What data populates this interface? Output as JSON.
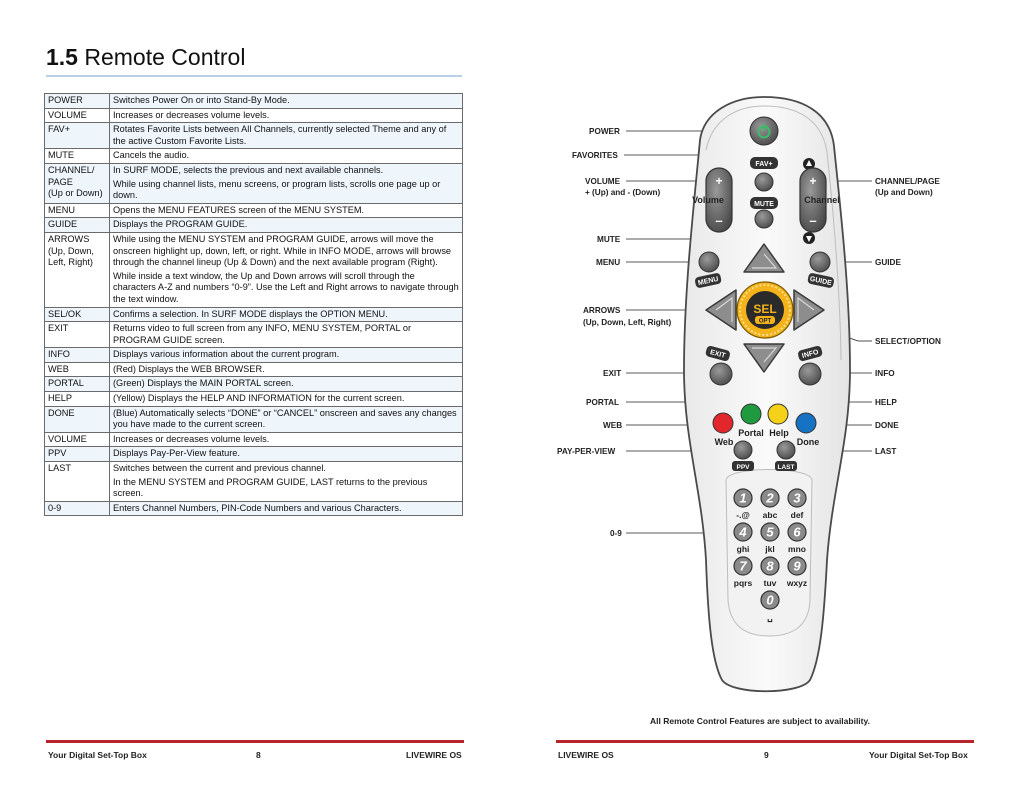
{
  "left_page": {
    "title_number": "1.5",
    "title_text": "Remote Control",
    "table_rows": [
      {
        "key": [
          "POWER"
        ],
        "desc": [
          "Switches Power On or into Stand-By Mode."
        ]
      },
      {
        "key": [
          "VOLUME"
        ],
        "desc": [
          "Increases or decreases volume levels."
        ]
      },
      {
        "key": [
          "FAV+"
        ],
        "desc": [
          "Rotates Favorite Lists between All Channels, currently selected Theme and any of the active Custom Favorite Lists."
        ]
      },
      {
        "key": [
          "MUTE"
        ],
        "desc": [
          "Cancels the audio."
        ]
      },
      {
        "key": [
          "CHANNEL/",
          "PAGE",
          "(Up or Down)"
        ],
        "desc": [
          "In SURF MODE, selects the previous and next available channels.",
          "While using channel lists, menu screens, or program lists, scrolls one page up or down."
        ]
      },
      {
        "key": [
          "MENU"
        ],
        "desc": [
          "Opens the MENU FEATURES screen of the MENU SYSTEM."
        ]
      },
      {
        "key": [
          "GUIDE"
        ],
        "desc": [
          "Displays the PROGRAM GUIDE."
        ]
      },
      {
        "key": [
          "ARROWS",
          "(Up, Down,",
          "Left, Right)"
        ],
        "desc": [
          "While using the MENU SYSTEM and PROGRAM GUIDE, arrows will move the onscreen highlight up, down, left, or right. While in INFO MODE, arrows will browse through the channel lineup (Up & Down) and the next available program (Right).",
          "While inside a text window, the Up and Down arrows will scroll through the characters A-Z and numbers “0-9”. Use the Left and Right arrows to navigate through the text window."
        ]
      },
      {
        "key": [
          "SEL/OK"
        ],
        "desc": [
          "Confirms a selection. In SURF MODE displays the OPTION MENU."
        ]
      },
      {
        "key": [
          "EXIT"
        ],
        "desc": [
          "Returns video to full screen from any INFO, MENU SYSTEM, PORTAL or PROGRAM GUIDE screen."
        ]
      },
      {
        "key": [
          "INFO"
        ],
        "desc": [
          "Displays various  information about the current program."
        ]
      },
      {
        "key": [
          "WEB"
        ],
        "desc": [
          "(Red) Displays the WEB BROWSER."
        ]
      },
      {
        "key": [
          "PORTAL"
        ],
        "desc": [
          "(Green) Displays the MAIN PORTAL screen."
        ]
      },
      {
        "key": [
          "HELP"
        ],
        "desc": [
          "(Yellow) Displays the HELP AND INFORMATION for the current screen."
        ]
      },
      {
        "key": [
          "DONE"
        ],
        "desc": [
          "(Blue) Automatically selects “DONE” or “CANCEL” onscreen and saves any changes you have made to the current screen."
        ]
      },
      {
        "key": [
          "VOLUME"
        ],
        "desc": [
          "Increases or decreases volume levels."
        ]
      },
      {
        "key": [
          "PPV"
        ],
        "desc": [
          "Displays Pay-Per-View feature."
        ]
      },
      {
        "key": [
          "LAST"
        ],
        "desc": [
          "Switches between the current and previous channel.",
          "In the MENU SYSTEM and PROGRAM GUIDE, LAST returns to the previous screen."
        ]
      },
      {
        "key": [
          "0-9"
        ],
        "desc": [
          "Enters Channel Numbers, PIN-Code Numbers and various Characters."
        ]
      }
    ],
    "footer_left": "Your Digital Set-Top Box",
    "footer_page": "8",
    "footer_right": "LIVEWIRE OS"
  },
  "right_page": {
    "callouts": {
      "power": "POWER",
      "favorites": "FAVORITES",
      "volume": "VOLUME",
      "volume_sub": "+ (Up) and - (Down)",
      "mute": "MUTE",
      "menu": "MENU",
      "arrows": "ARROWS",
      "arrows_sub": "(Up, Down, Left, Right)",
      "exit": "EXIT",
      "portal": "PORTAL",
      "web": "WEB",
      "ppv": "PAY-PER-VIEW",
      "digits": "0-9",
      "channel": "CHANNEL/PAGE",
      "channel_sub": "(Up and Down)",
      "guide": "GUIDE",
      "select": "SELECT/OPTION",
      "info": "INFO",
      "help": "HELP",
      "done": "DONE",
      "last": "LAST"
    },
    "remote_labels": {
      "fav": "FAV+",
      "volume": "Volume",
      "channel": "Channel",
      "mute": "MUTE",
      "menu": "MENU",
      "guide": "GUIDE",
      "sel": "SEL",
      "opt": "OPT",
      "exit": "EXIT",
      "info": "INFO",
      "web": "Web",
      "portal": "Portal",
      "help": "Help",
      "done": "Done",
      "ppv": "PPV",
      "last": "LAST",
      "keys": [
        {
          "d": "1",
          "t": "-.@"
        },
        {
          "d": "2",
          "t": "abc"
        },
        {
          "d": "3",
          "t": "def"
        },
        {
          "d": "4",
          "t": "ghi"
        },
        {
          "d": "5",
          "t": "jkl"
        },
        {
          "d": "6",
          "t": "mno"
        },
        {
          "d": "7",
          "t": "pqrs"
        },
        {
          "d": "8",
          "t": "tuv"
        },
        {
          "d": "9",
          "t": "wxyz"
        },
        {
          "d": "0",
          "t": "␣"
        }
      ]
    },
    "colors": {
      "web": "#e2272c",
      "portal": "#1f9a3f",
      "help": "#f5d11a",
      "done": "#1673c4",
      "power_glyph": "#3dbb6a",
      "sel_ring": "#f4b21b",
      "footer_rule": "#b7252c"
    },
    "availability_note": "All Remote Control Features are subject to availability.",
    "footer_left": "LIVEWIRE OS",
    "footer_page": "9",
    "footer_right": "Your Digital Set-Top Box"
  }
}
